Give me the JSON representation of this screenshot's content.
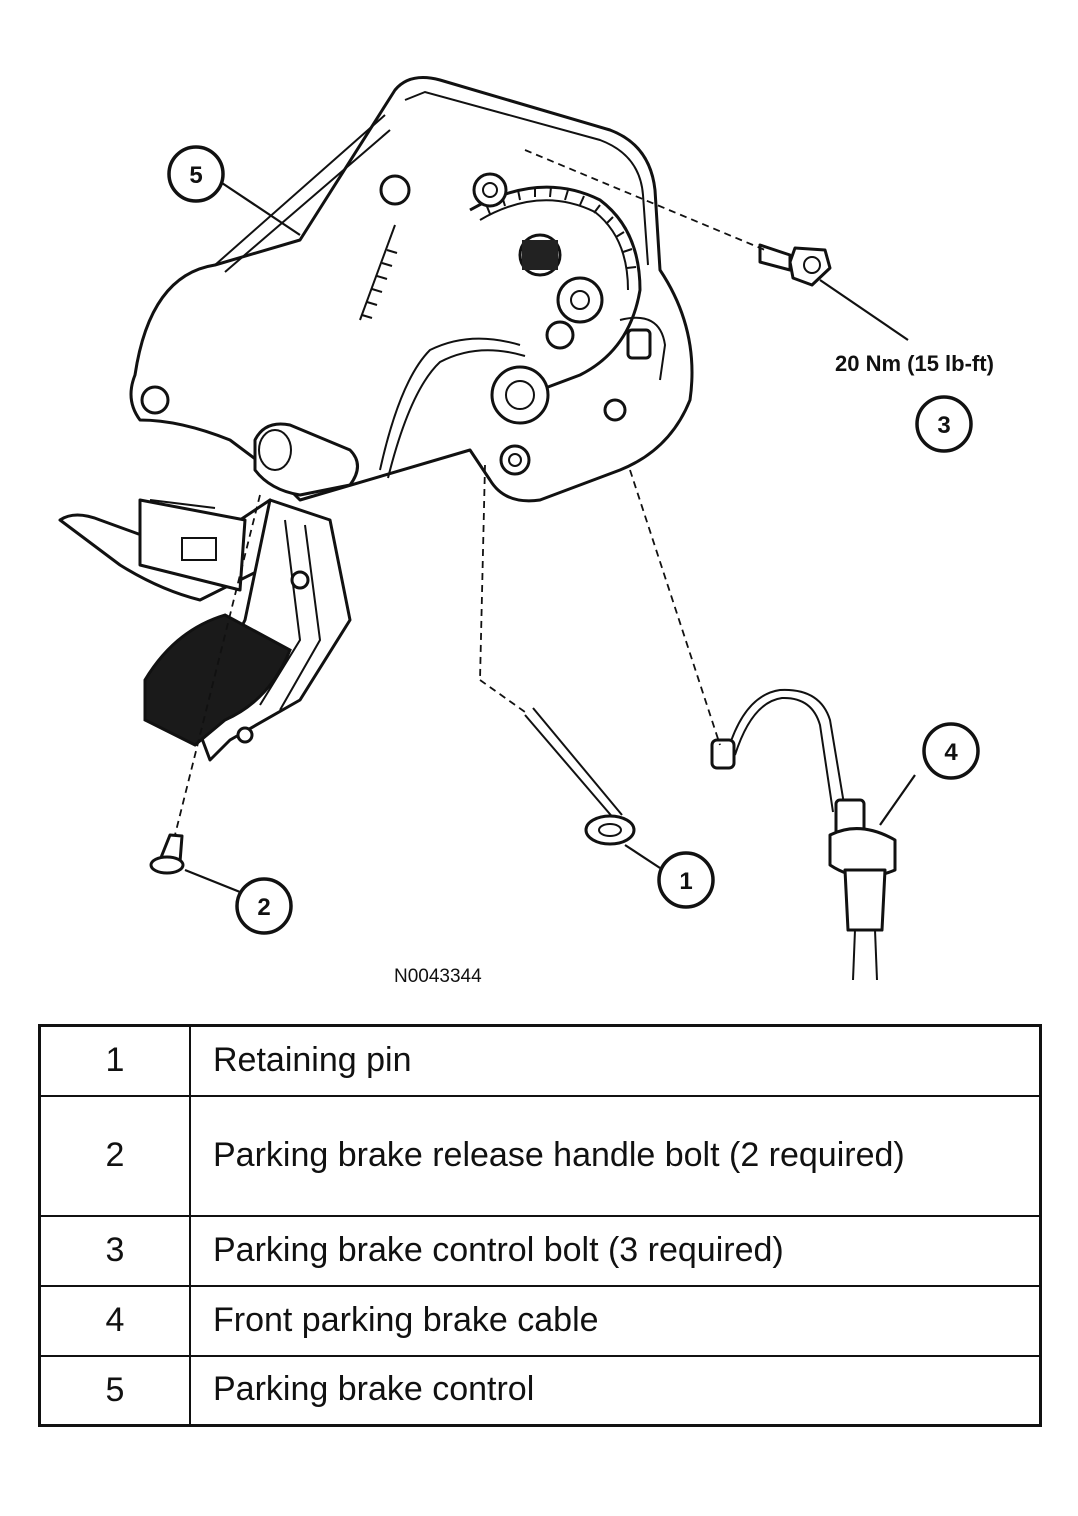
{
  "figure": {
    "id": "N0043344",
    "torque_spec": "20 Nm (15 lb-ft)",
    "callouts": [
      "1",
      "2",
      "3",
      "4",
      "5"
    ]
  },
  "legend": {
    "rows": [
      {
        "num": "1",
        "desc": "Retaining pin"
      },
      {
        "num": "2",
        "desc": "Parking brake release handle bolt (2 required)"
      },
      {
        "num": "3",
        "desc": "Parking brake control bolt (3 required)"
      },
      {
        "num": "4",
        "desc": "Front parking brake cable"
      },
      {
        "num": "5",
        "desc": "Parking brake control"
      }
    ]
  }
}
